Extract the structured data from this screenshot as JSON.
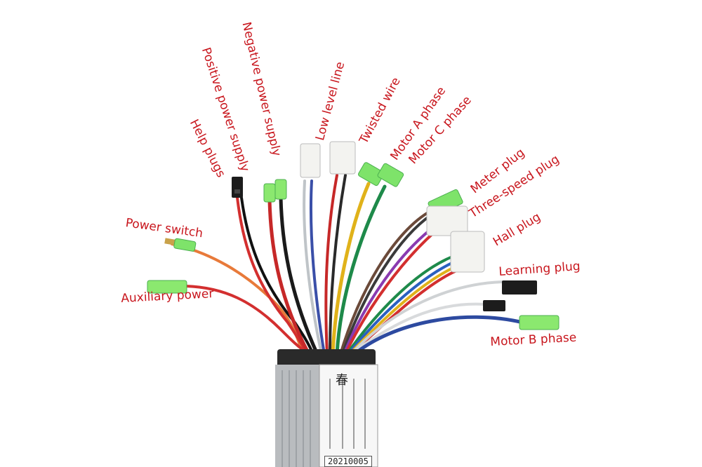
{
  "labels": {
    "power_switch": "Power switch",
    "auxiliary_power": "Auxiliary power",
    "help_plugs": "Help plugs",
    "positive_power_supply": "Positive power supply",
    "negative_power_supply": "Negative power supply",
    "low_level_line": "Low level line",
    "twisted_wire": "Twisted wire",
    "motor_a_phase": "Motor A phase",
    "motor_c_phase": "Motor C phase",
    "meter_plug": "Meter plug",
    "three_speed_plug": "Three-speed plug",
    "hall_plug": "Hall plug",
    "learning_plug": "Learning plug",
    "motor_b_phase": "Motor B phase"
  },
  "controller": {
    "code": "20210005",
    "brand_char": "春"
  },
  "colors": {
    "label_red": "#c8161d",
    "housing_gray": "#b9bcbf",
    "connector_green": "#7ee36a"
  }
}
